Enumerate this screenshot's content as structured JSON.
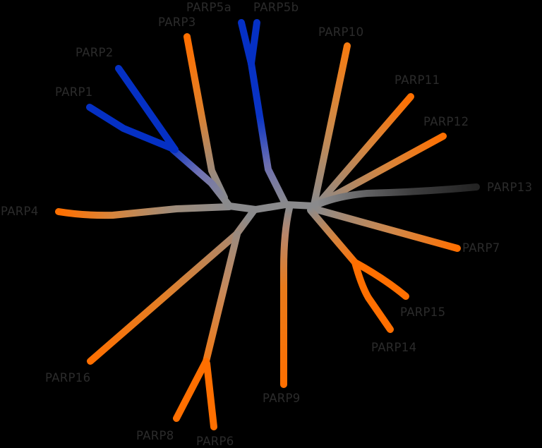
{
  "diagram": {
    "type": "unrooted phylogenetic tree",
    "colors": {
      "background": "#000000",
      "label": "#2b2b2b",
      "blue": "#0530c4",
      "orange": "#ff6f00",
      "gray": "#8a8a8c",
      "dark": "#262626"
    },
    "leaves": [
      {
        "id": "PARP1",
        "label": "PARP1"
      },
      {
        "id": "PARP2",
        "label": "PARP2"
      },
      {
        "id": "PARP3",
        "label": "PARP3"
      },
      {
        "id": "PARP4",
        "label": "PARP4"
      },
      {
        "id": "PARP5a",
        "label": "PARP5a"
      },
      {
        "id": "PARP5b",
        "label": "PARP5b"
      },
      {
        "id": "PARP6",
        "label": "PARP6"
      },
      {
        "id": "PARP7",
        "label": "PARP7"
      },
      {
        "id": "PARP8",
        "label": "PARP8"
      },
      {
        "id": "PARP9",
        "label": "PARP9"
      },
      {
        "id": "PARP10",
        "label": "PARP10"
      },
      {
        "id": "PARP11",
        "label": "PARP11"
      },
      {
        "id": "PARP12",
        "label": "PARP12"
      },
      {
        "id": "PARP13",
        "label": "PARP13"
      },
      {
        "id": "PARP14",
        "label": "PARP14"
      },
      {
        "id": "PARP15",
        "label": "PARP15"
      },
      {
        "id": "PARP16",
        "label": "PARP16"
      }
    ]
  }
}
